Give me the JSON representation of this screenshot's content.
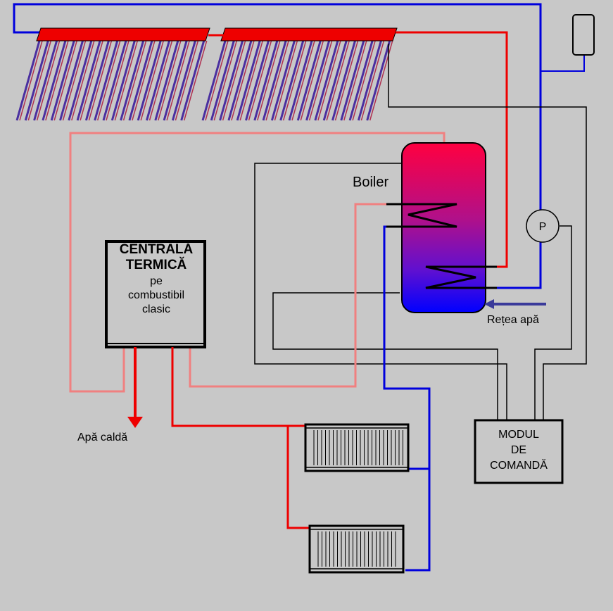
{
  "labels": {
    "boiler": "Boiler",
    "retea_apa": "Rețea apă",
    "apa_calda": "Apă caldă",
    "pump": "P",
    "centrala": {
      "line1": "CENTRALĂ",
      "line2": "TERMICĂ",
      "line3": "pe",
      "line4": "combustibil",
      "line5": "clasic"
    },
    "modul": {
      "line1": "MODUL",
      "line2": "DE",
      "line3": "COMANDĂ"
    }
  },
  "colors": {
    "background": "#c8c8c8",
    "hot_pipe": "#ee0000",
    "cold_pipe": "#0000dd",
    "light_return": "#f08080",
    "control_wire": "#000000",
    "boiler_top": "#ff0044",
    "boiler_bottom": "#0000ff"
  }
}
